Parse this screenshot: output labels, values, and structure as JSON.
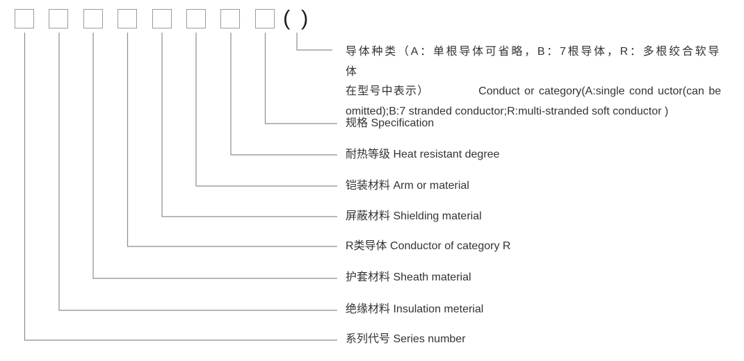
{
  "diagram": {
    "code_positions": 8,
    "paren_open": "(",
    "paren_close": ")",
    "paren_note": {
      "line1": "导体种类（A：单根导体可省略，B：7根导体，R：多根绞合软导体",
      "line2_zh": "在型号中表示）",
      "line2_en": "Conduct or category(A:single cond uctor(can be",
      "line3": "omitted);B:7 stranded conductor;R:multi-stranded soft conductor )"
    },
    "labels": [
      {
        "zh": "规格",
        "en": "Specification"
      },
      {
        "zh": "耐热等级",
        "en": "Heat resistant degree"
      },
      {
        "zh": "铠装材料",
        "en": "Arm or material"
      },
      {
        "zh": "屏蔽材料",
        "en": "Shielding material"
      },
      {
        "zh": "R类导体",
        "en": "Conductor of category R"
      },
      {
        "zh": "护套材料",
        "en": "Sheath material"
      },
      {
        "zh": "绝缘材料",
        "en": "Insulation meterial"
      },
      {
        "zh": "系列代号",
        "en": "Series number"
      }
    ],
    "colors": {
      "box_border": "#9a9a9a",
      "connector": "#8c8c8c",
      "text": "#333333"
    }
  }
}
